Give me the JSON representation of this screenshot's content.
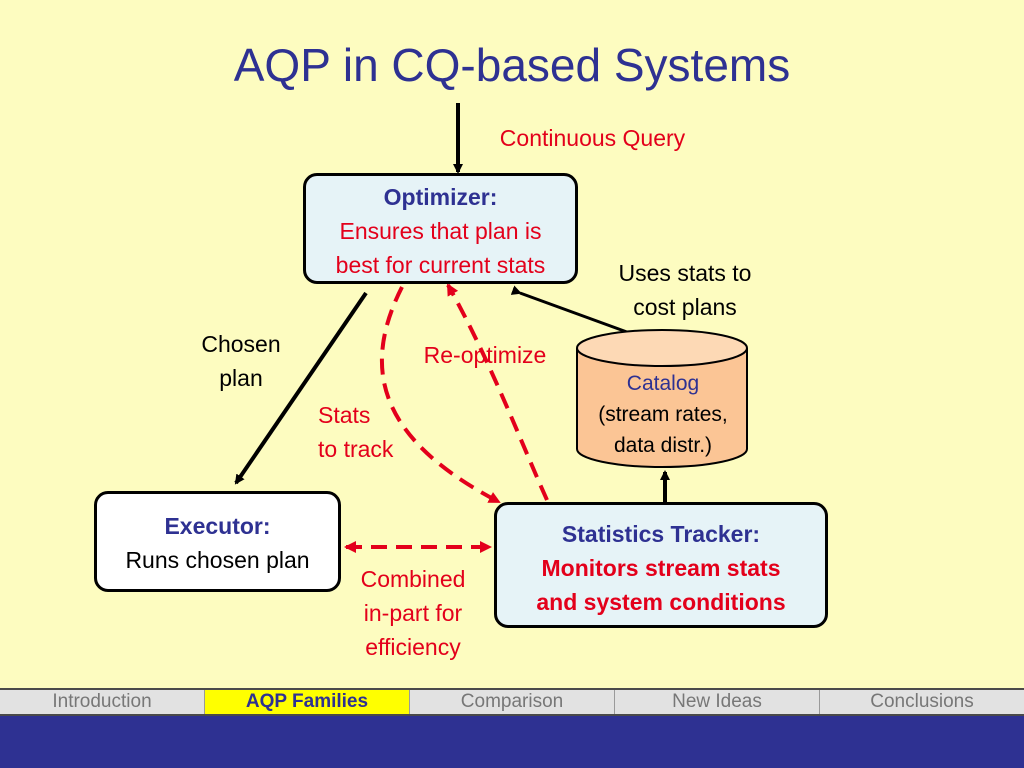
{
  "slide": {
    "title": "AQP in CQ-based Systems"
  },
  "optimizer": {
    "heading": "Optimizer:",
    "line1": "Ensures that plan is",
    "line2": "best for current stats"
  },
  "executor": {
    "heading": "Executor:",
    "line1": "Runs chosen plan"
  },
  "tracker": {
    "heading": "Statistics Tracker:",
    "line1": "Monitors stream stats",
    "line2": "and system conditions"
  },
  "catalog": {
    "line1": "Catalog",
    "line2": "(stream rates,",
    "line3": "data distr.)"
  },
  "labels": {
    "continuous_query": "Continuous Query",
    "uses_stats_1": "Uses stats to",
    "uses_stats_2": "cost plans",
    "chosen_plan_1": "Chosen",
    "chosen_plan_2": "plan",
    "reoptimize": "Re-optimize",
    "stats_track_1": "Stats",
    "stats_track_2": "to track",
    "combined_1": "Combined",
    "combined_2": "in-part for",
    "combined_3": "efficiency"
  },
  "nav": {
    "tabs": [
      {
        "label": "Introduction",
        "active": false
      },
      {
        "label": "AQP Families",
        "active": true
      },
      {
        "label": "Comparison",
        "active": false
      },
      {
        "label": "New Ideas",
        "active": false
      },
      {
        "label": "Conclusions",
        "active": false
      }
    ]
  },
  "colors": {
    "title": "#2e3192",
    "accent": "#e3001b",
    "background": "#fdfcc0",
    "footer": "#2e3192",
    "active_tab": "#ffff00"
  }
}
